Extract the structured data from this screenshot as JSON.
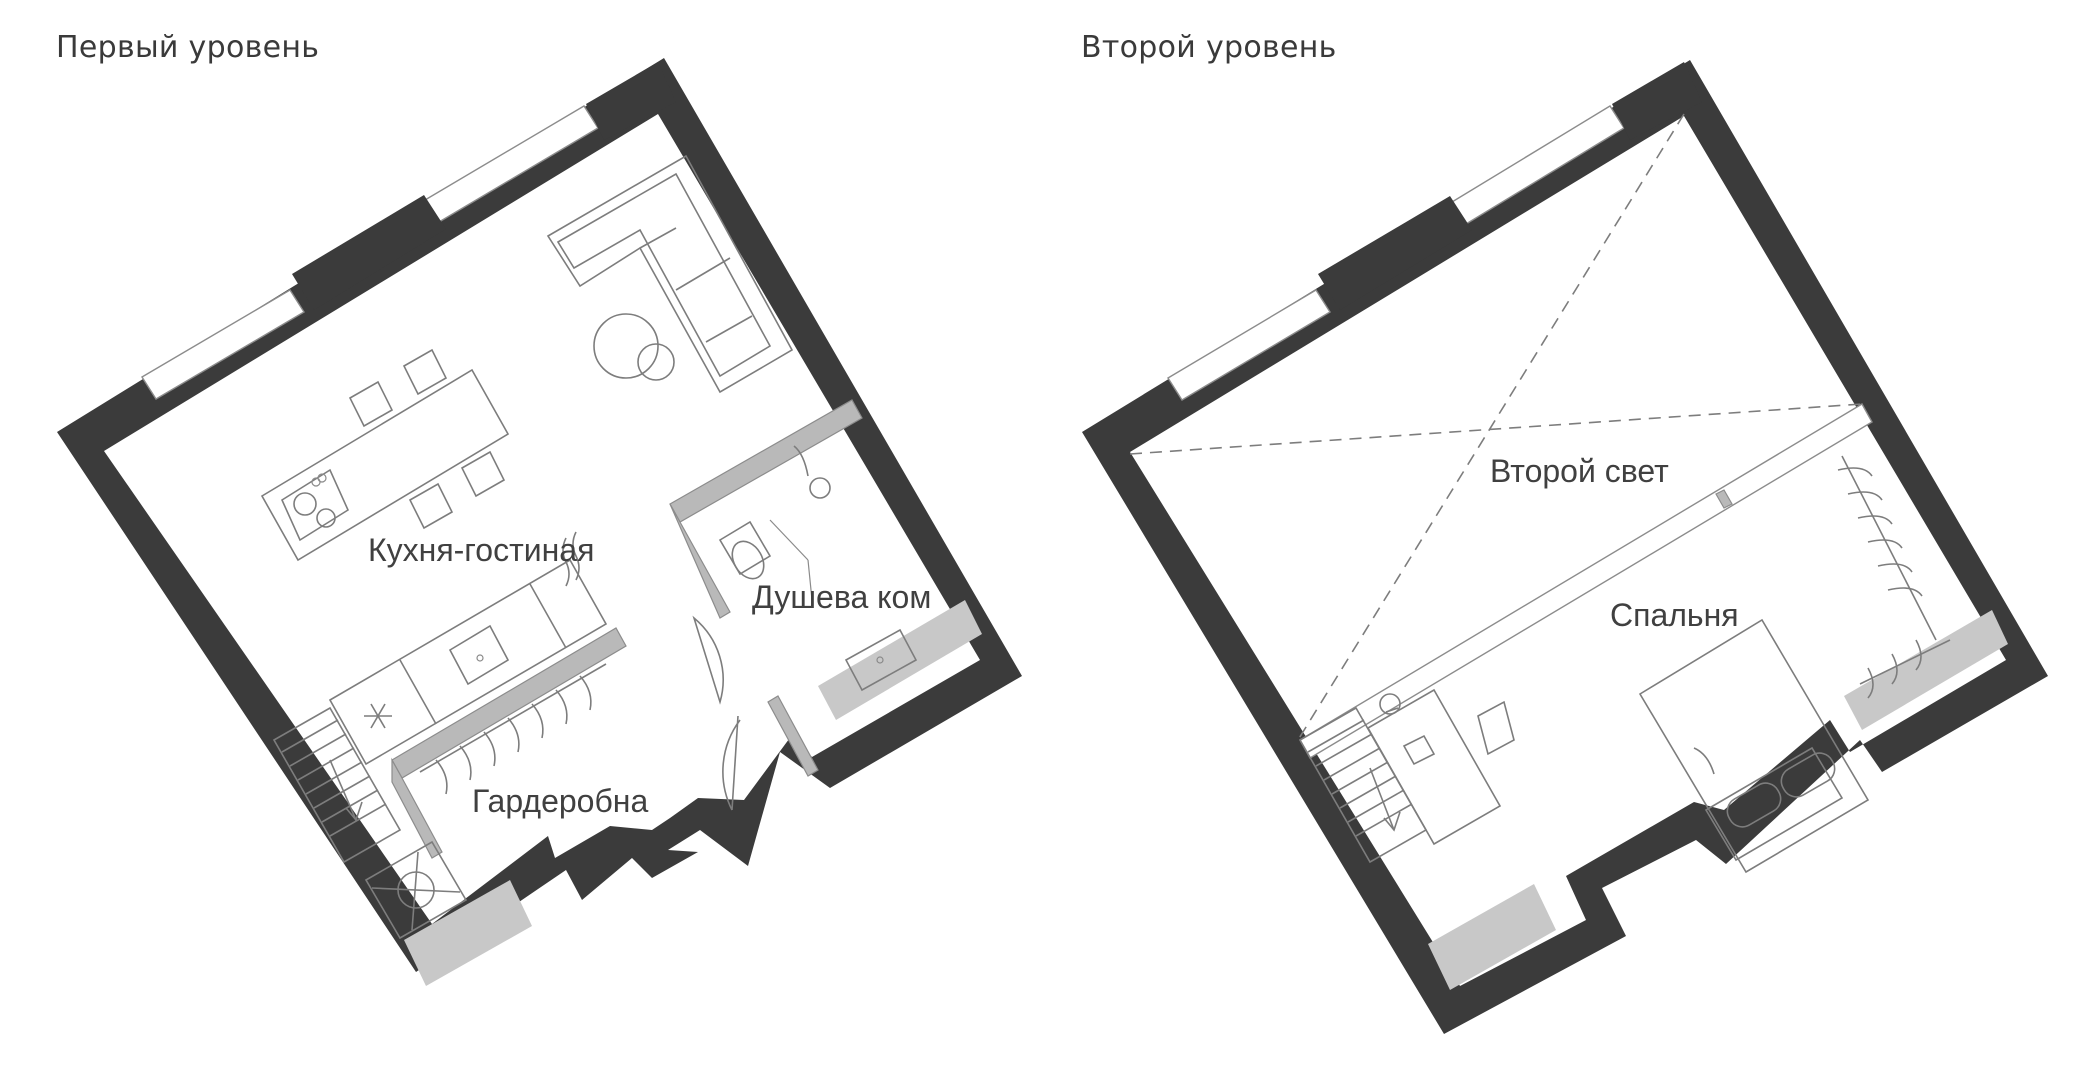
{
  "levels": [
    {
      "title": "Первый уровень",
      "rooms": {
        "kitchen": "Кухня-гостиная",
        "shower": "Душева ком",
        "wardrobe": "Гардеробна"
      }
    },
    {
      "title": "Второй уровень",
      "rooms": {
        "second_light": "Второй свет",
        "bedroom": "Спальня"
      }
    }
  ],
  "colors": {
    "wall": "#3b3b3b",
    "partition": "#b9b9b9",
    "exterior_strip": "#c8c8c8",
    "line": "#7d7d7d",
    "text": "#404040"
  }
}
